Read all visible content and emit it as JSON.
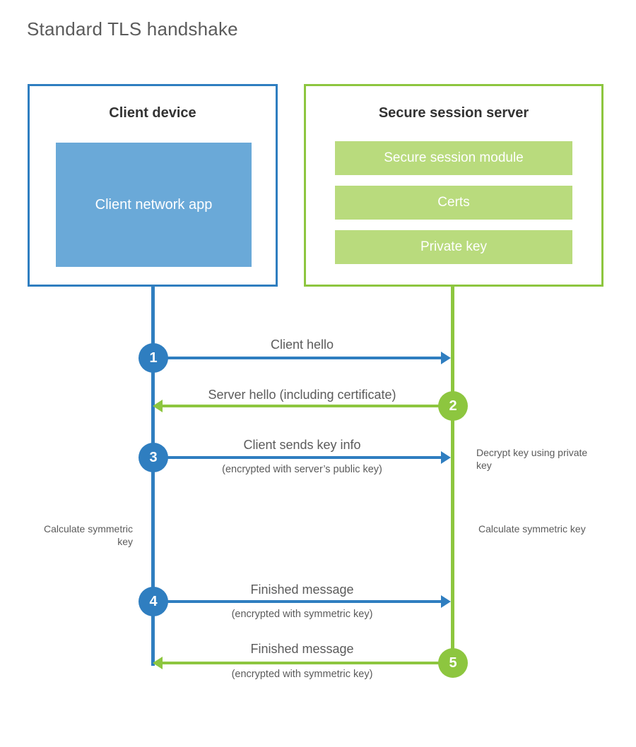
{
  "title": "Standard TLS handshake",
  "palette": {
    "blue_border": "#2f7ec0",
    "blue_fill": "#6aa9d8",
    "green_border": "#8dc63f",
    "green_fill": "#b9db7d",
    "text": "#5b5b5b",
    "heading": "#333333",
    "background": "#ffffff"
  },
  "client": {
    "title": "Client device",
    "app_label": "Client network app"
  },
  "server": {
    "title": "Secure session server",
    "components": [
      {
        "label": "Secure session module"
      },
      {
        "label": "Certs"
      },
      {
        "label": "Private key"
      }
    ]
  },
  "steps": [
    {
      "number": "1",
      "label": "Client hello",
      "sublabel": "",
      "direction": "client-to-server",
      "color": "blue"
    },
    {
      "number": "2",
      "label": "Server hello (including certificate)",
      "sublabel": "",
      "direction": "server-to-client",
      "color": "green"
    },
    {
      "number": "3",
      "label": "Client sends key info",
      "sublabel": "(encrypted with server’s public key)",
      "direction": "client-to-server",
      "color": "blue"
    },
    {
      "number": "4",
      "label": "Finished message",
      "sublabel": "(encrypted with symmetric key)",
      "direction": "client-to-server",
      "color": "blue"
    },
    {
      "number": "5",
      "label": "Finished message",
      "sublabel": "(encrypted with symmetric key)",
      "direction": "server-to-client",
      "color": "green"
    }
  ],
  "notes": {
    "decrypt_key": "Decrypt key using private key",
    "client_calculate": "Calculate symmetric key",
    "server_calculate": "Calculate symmetric key"
  },
  "chart_data": {
    "type": "sequence-diagram",
    "title": "Standard TLS handshake",
    "actors": [
      "Client device",
      "Secure session server"
    ],
    "messages": [
      {
        "seq": 1,
        "from": "Client device",
        "to": "Secure session server",
        "text": "Client hello"
      },
      {
        "seq": 2,
        "from": "Secure session server",
        "to": "Client device",
        "text": "Server hello (including certificate)"
      },
      {
        "seq": 3,
        "from": "Client device",
        "to": "Secure session server",
        "text": "Client sends key info (encrypted with server’s public key)"
      },
      {
        "seq": 4,
        "from": "Client device",
        "to": "Secure session server",
        "text": "Finished message (encrypted with symmetric key)"
      },
      {
        "seq": 5,
        "from": "Secure session server",
        "to": "Client device",
        "text": "Finished message (encrypted with symmetric key)"
      }
    ],
    "activities": [
      {
        "actor": "Secure session server",
        "text": "Decrypt key using private key",
        "after_message": 3
      },
      {
        "actor": "Client device",
        "text": "Calculate symmetric key",
        "after_message": 3
      },
      {
        "actor": "Secure session server",
        "text": "Calculate symmetric key",
        "after_message": 3
      }
    ]
  }
}
